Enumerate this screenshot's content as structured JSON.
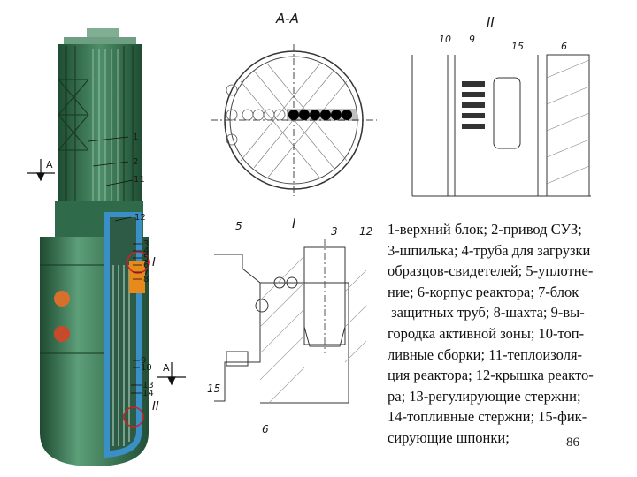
{
  "figure": {
    "reactor_labels": [
      "1",
      "2",
      "11",
      "12",
      "3",
      "4",
      "5",
      "6",
      "7",
      "8",
      "9",
      "10",
      "13",
      "14"
    ],
    "section_marker_top": "A",
    "section_marker_bottom": "A",
    "detail_marker_I": "I",
    "detail_marker_II": "II"
  },
  "section_view": {
    "title": "А-А"
  },
  "detail_ii": {
    "title": "II",
    "labels": [
      "10",
      "9",
      "15",
      "6"
    ]
  },
  "detail_i": {
    "title": "I",
    "labels": [
      "5",
      "3",
      "12",
      "15",
      "6"
    ]
  },
  "legend": {
    "lines": [
      "1-верхний блок; 2-привод СУЗ;",
      "3-шпилька; 4-труба для загрузки",
      "образцов-свидетелей; 5-уплотне-",
      "ние; 6-корпус реактора; 7-блок",
      " защитных труб; 8-шахта; 9-вы-",
      "городка активной зоны; 10-топ-",
      "ливные сборки; 11-теплоизоля-",
      "ция реактора; 12-крышка реакто-",
      "ра; 13-регулирующие стержни;",
      "14-топливные стержни; 15-фик-",
      "сирующие шпонки;"
    ]
  },
  "page_number": "86",
  "colors": {
    "vessel_green": "#2f6b4a",
    "insulation_blue": "#3a8fc6",
    "hot_orange": "#e8891c",
    "drawing_line": "#333333"
  }
}
